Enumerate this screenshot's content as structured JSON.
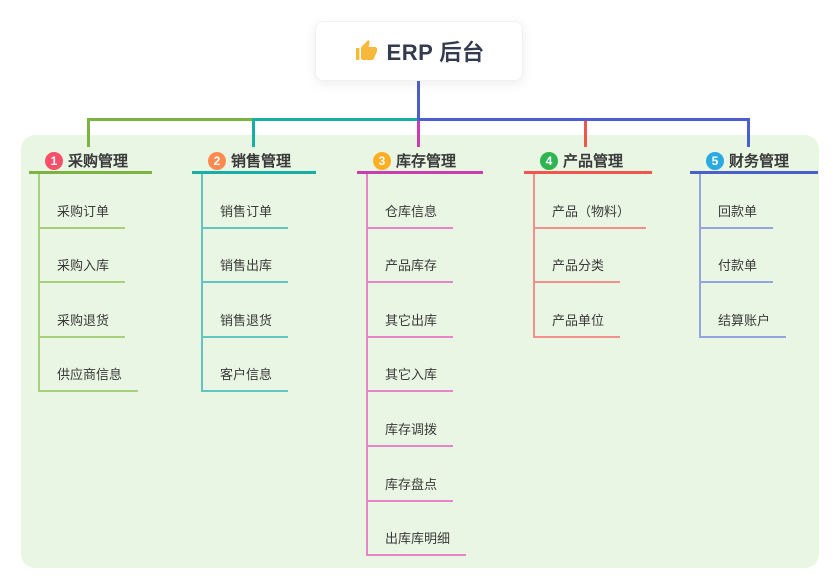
{
  "root": {
    "title": "ERP 后台",
    "icon": "thumbs-up"
  },
  "colors": {
    "page_bg": "#ffffff",
    "panel_bg": "#e9f6e3",
    "root_line": "#4a5fcb",
    "thumb_gold": "#f6b93b",
    "title_text": "#333c4e",
    "node_text": "#3a3a3a"
  },
  "branches": [
    {
      "num": "1",
      "title": "采购管理",
      "badge_color": "#f7506a",
      "line_color": "#7cb342",
      "light_color": "#a6d07b",
      "children": [
        "采购订单",
        "采购入库",
        "采购退货",
        "供应商信息"
      ]
    },
    {
      "num": "2",
      "title": "销售管理",
      "badge_color": "#ff8a50",
      "line_color": "#16afa8",
      "light_color": "#62c5bf",
      "children": [
        "销售订单",
        "销售出库",
        "销售退货",
        "客户信息"
      ]
    },
    {
      "num": "3",
      "title": "库存管理",
      "badge_color": "#ffaf24",
      "line_color": "#c93dae",
      "light_color": "#e685cc",
      "children": [
        "仓库信息",
        "产品库存",
        "其它出库",
        "其它入库",
        "库存调拨",
        "库存盘点",
        "出库库明细"
      ]
    },
    {
      "num": "4",
      "title": "产品管理",
      "badge_color": "#2eb552",
      "line_color": "#f2544e",
      "light_color": "#f2918c",
      "children": [
        "产品（物料）",
        "产品分类",
        "产品单位"
      ]
    },
    {
      "num": "5",
      "title": "财务管理",
      "badge_color": "#2baae2",
      "line_color": "#4a5fcb",
      "light_color": "#93a5df",
      "children": [
        "回款单",
        "付款单",
        "结算账户"
      ]
    }
  ]
}
